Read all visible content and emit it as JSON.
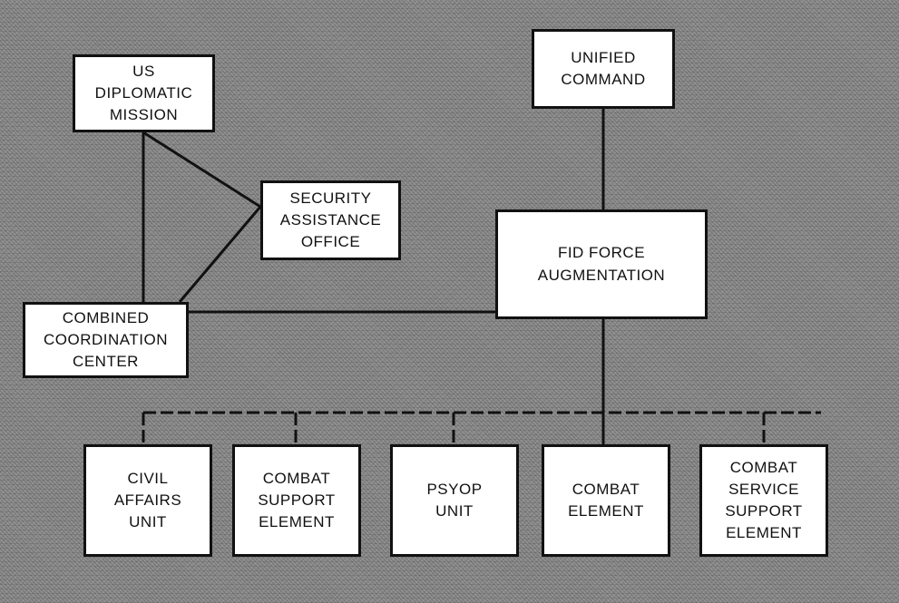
{
  "diagram": {
    "nodes": {
      "unified_command": "UNIFIED\nCOMMAND",
      "us_diplomatic_mission": "US\nDIPLOMATIC\nMISSION",
      "security_assistance_office": "SECURITY\nASSISTANCE\nOFFICE",
      "fid_force_augmentation": "FID FORCE\nAUGMENTATION",
      "combined_coordination_center": "COMBINED\nCOORDINATION\nCENTER",
      "civil_affairs_unit": "CIVIL\nAFFAIRS\nUNIT",
      "combat_support_element": "COMBAT\nSUPPORT\nELEMENT",
      "psyop_unit": "PSYOP\nUNIT",
      "combat_element": "COMBAT\nELEMENT",
      "combat_service_support_element": "COMBAT\nSERVICE\nSUPPORT\nELEMENT"
    },
    "edges": [
      {
        "from": "unified_command",
        "to": "fid_force_augmentation",
        "style": "solid"
      },
      {
        "from": "us_diplomatic_mission",
        "to": "combined_coordination_center",
        "style": "solid"
      },
      {
        "from": "us_diplomatic_mission",
        "to": "security_assistance_office",
        "style": "solid"
      },
      {
        "from": "security_assistance_office",
        "to": "combined_coordination_center",
        "style": "solid"
      },
      {
        "from": "combined_coordination_center",
        "to": "fid_force_augmentation",
        "style": "solid"
      },
      {
        "from": "fid_force_augmentation",
        "to": "civil_affairs_unit",
        "style": "dashed"
      },
      {
        "from": "fid_force_augmentation",
        "to": "combat_support_element",
        "style": "dashed"
      },
      {
        "from": "fid_force_augmentation",
        "to": "psyop_unit",
        "style": "dashed"
      },
      {
        "from": "fid_force_augmentation",
        "to": "combat_element",
        "style": "solid"
      },
      {
        "from": "fid_force_augmentation",
        "to": "combat_service_support_element",
        "style": "dashed"
      }
    ]
  }
}
